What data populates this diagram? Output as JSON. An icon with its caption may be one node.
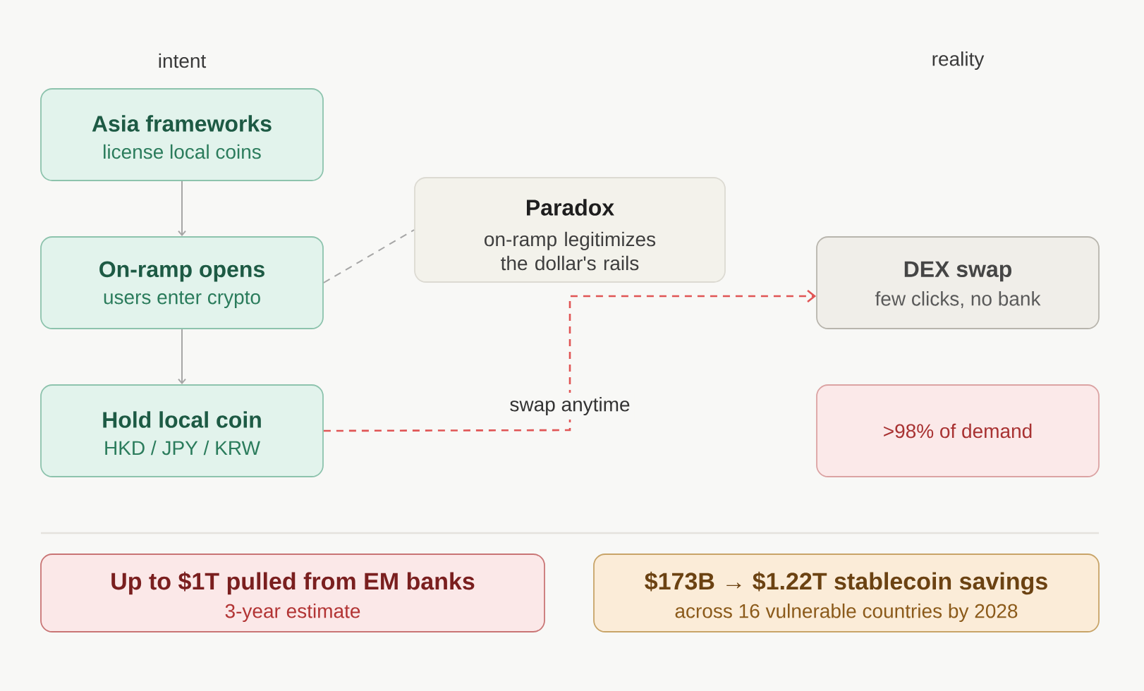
{
  "diagram": {
    "nodes": [
      {
        "text": [
          "Asia frameworks",
          "license local coins"
        ]
      },
      {
        "text": [
          "On-ramp opens",
          "users enter crypto"
        ]
      },
      {
        "text": [
          "Hold local coin",
          "HKD / JPY / KRW"
        ]
      },
      {
        "text": [
          "Paradox",
          "on-ramp legitimizes the dollar's rails"
        ]
      },
      {
        "text": [
          "DEX swap",
          "few clicks, no bank"
        ]
      },
      {
        "text": [
          ">98% of demand"
        ]
      },
      {
        "text": [
          "Up to $1T pulled from EM banks",
          "3-year estimate"
        ]
      },
      {
        "text": [
          "$173B → $1.22T stablecoin savings",
          "across 16 vulnerable countries by 2028"
        ]
      }
    ],
    "edges": [
      {
        "from": 0,
        "to": 1,
        "arrow": "to"
      },
      {
        "from": 1,
        "to": 2,
        "arrow": "to"
      },
      {
        "from": 1,
        "to": 3,
        "arrow": "none",
        "style": "dashed"
      },
      {
        "from": 2,
        "to": 4,
        "arrow": "to",
        "label": "swap anytime",
        "style": "dashed",
        "color": "#e05555"
      }
    ],
    "labels": [
      "intent",
      "reality"
    ]
  }
}
